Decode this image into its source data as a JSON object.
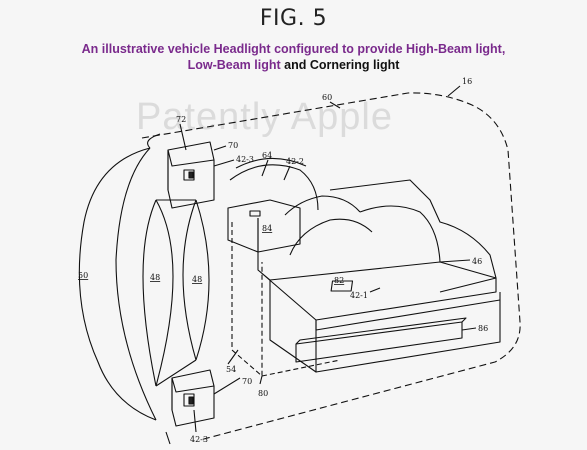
{
  "figure": {
    "title": "FIG. 5",
    "caption_line1": "An illustrative vehicle Headlight configured to provide High-Beam light,",
    "caption_line2_a": "Low-Beam light",
    "caption_line2_b": "and Cornering light",
    "watermark": "Patently Apple"
  },
  "labels": {
    "l16": "16",
    "l60": "60",
    "l72": "72",
    "l70_top": "70",
    "l42_3_top": "42-3",
    "l64": "64",
    "l42_2": "42-2",
    "l84": "84",
    "l50": "50",
    "l48a": "48",
    "l48b": "48",
    "l82": "82",
    "l46": "46",
    "l42_1": "42-1",
    "l86": "86",
    "l54": "54",
    "l70_bottom": "70",
    "l80": "80",
    "l42_3_bottom": "42-3"
  }
}
